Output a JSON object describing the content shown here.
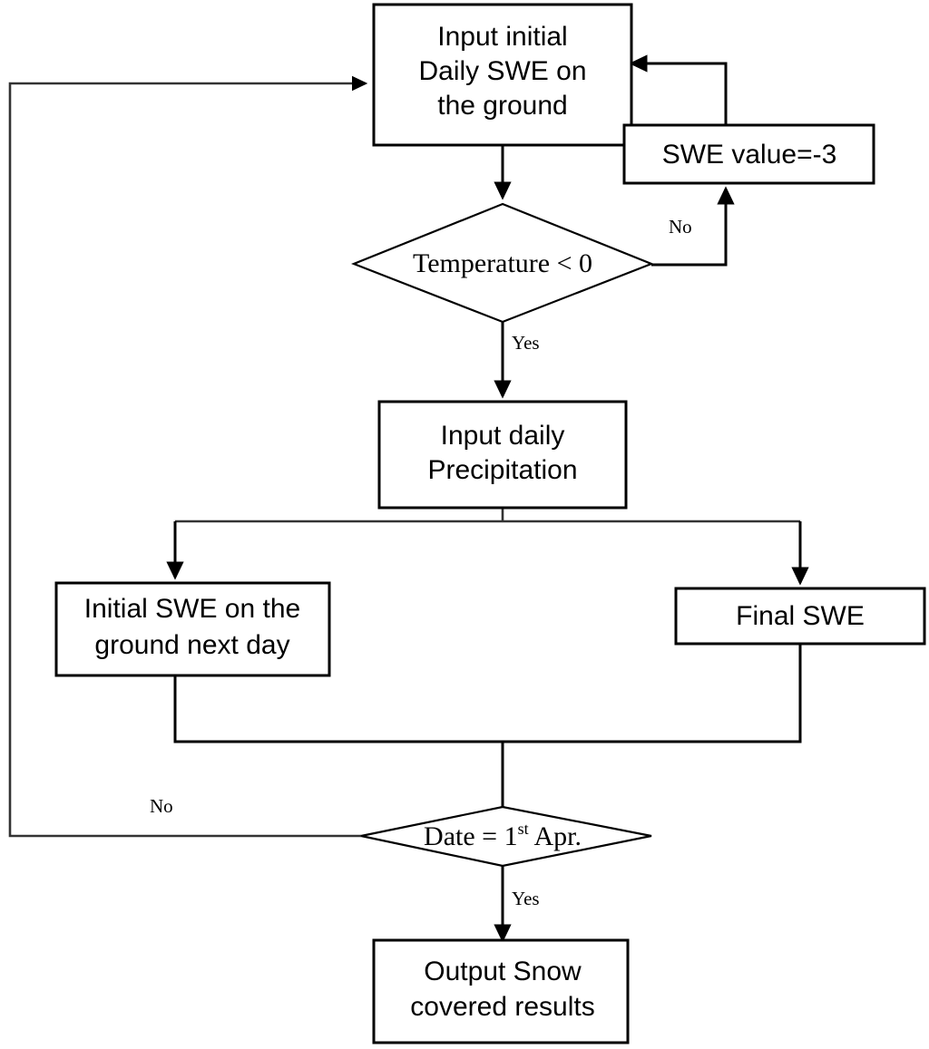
{
  "diagram": {
    "type": "flowchart",
    "title": "Daily SWE snow cover model flowchart",
    "background_color": "#ffffff",
    "line_color": "#000000",
    "nodes": [
      {
        "id": "input-initial-swe",
        "shape": "rectangle",
        "lines": [
          "Input initial",
          "Daily SWE on",
          "the ground"
        ],
        "text": "Input initial Daily SWE on the ground"
      },
      {
        "id": "swe-value",
        "shape": "rectangle",
        "lines": [
          "SWE value=-3"
        ],
        "text": "SWE value=-3"
      },
      {
        "id": "temperature-decision",
        "shape": "diamond",
        "text": "Temperature < 0"
      },
      {
        "id": "input-daily-precipitation",
        "shape": "rectangle",
        "lines": [
          "Input daily",
          "Precipitation"
        ],
        "text": "Input daily Precipitation"
      },
      {
        "id": "initial-swe-next-day",
        "shape": "rectangle",
        "lines": [
          "Initial SWE on the",
          "ground next day"
        ],
        "text": "Initial SWE on the ground next day"
      },
      {
        "id": "final-swe",
        "shape": "rectangle",
        "lines": [
          "Final SWE"
        ],
        "text": "Final SWE"
      },
      {
        "id": "date-decision",
        "shape": "diamond",
        "text_prefix": "Date = 1",
        "text_superscript": "st",
        "text_suffix": " Apr."
      },
      {
        "id": "output-snow-results",
        "shape": "rectangle",
        "lines": [
          "Output Snow",
          "covered results"
        ],
        "text": "Output Snow covered results"
      }
    ],
    "edge_labels": {
      "temperature_no": "No",
      "temperature_yes": "Yes",
      "date_no": "No",
      "date_yes": "Yes"
    }
  }
}
